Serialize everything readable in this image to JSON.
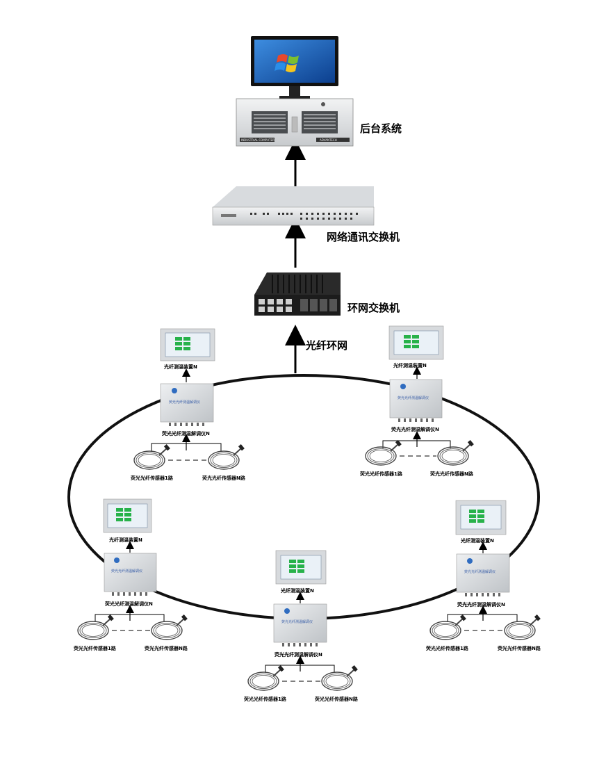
{
  "labels": {
    "backend": "后台系统",
    "network_switch": "网络通讯交换机",
    "ring_switch": "环网交换机",
    "fiber_ring": "光纤环网",
    "monitor_label": "光纤测温装置N",
    "demodulator_label": "荧光光纤测温解调仪N",
    "sensor_first": "荧光光纤传感器1路",
    "sensor_last": "荧光光纤传感器N路",
    "box_title": "荧光光纤测温解调仪"
  },
  "hardware": {
    "workstation_brand": "ADVANTECH",
    "workstation_model": "INDUSTRIAL COMPUTER"
  },
  "colors": {
    "ring": "#111111",
    "arrow": "#000000",
    "monitor_screen": "#dfeaf3",
    "screen_green": "#27b24a",
    "panel_gray": "#c9cccf",
    "switch_black": "#1c1c1c",
    "win_blue": "#1e66c8"
  }
}
